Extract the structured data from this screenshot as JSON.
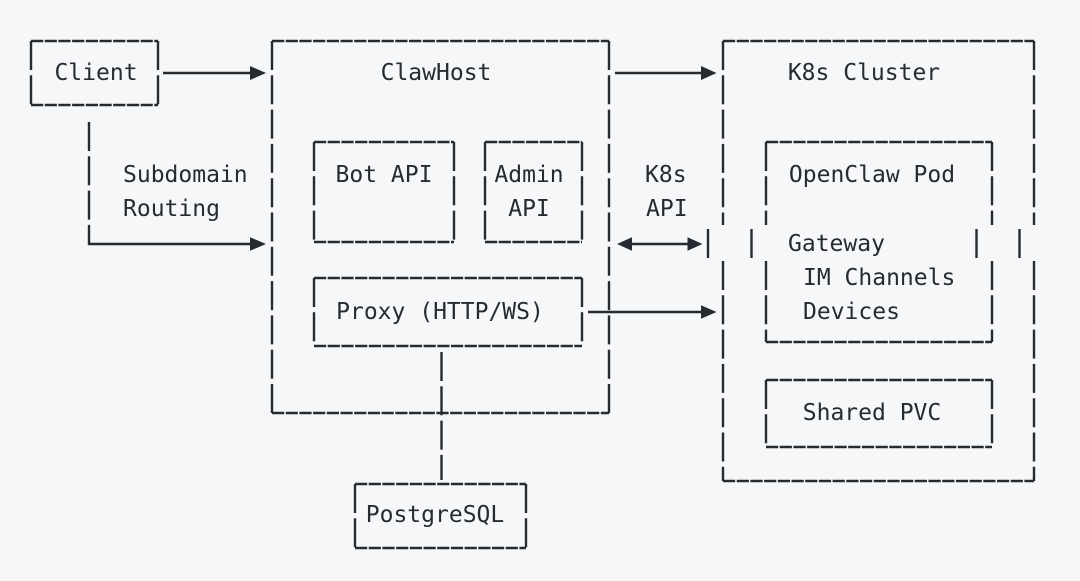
{
  "colors": {
    "background": "#f6f7f9",
    "ink": "#262b31"
  },
  "nodes": {
    "client": {
      "label": "Client"
    },
    "clawhost": {
      "label": "ClawHost"
    },
    "bot_api": {
      "label": "Bot API"
    },
    "admin_api": {
      "line1": "Admin",
      "line2": "API"
    },
    "proxy": {
      "label": "Proxy (HTTP/WS)"
    },
    "postgresql": {
      "label": "PostgreSQL"
    },
    "k8s_cluster": {
      "label": "K8s Cluster"
    },
    "openclaw_pod": {
      "label": "OpenClaw Pod",
      "items": [
        "Gateway",
        "IM Channels",
        "Devices"
      ]
    },
    "shared_pvc": {
      "label": "Shared PVC"
    }
  },
  "edges": {
    "client_to_clawhost": {
      "from": "Client",
      "to": "ClawHost",
      "style": "arrow-right"
    },
    "subdomain_routing": {
      "from": "Client",
      "to": "ClawHost",
      "line1": "Subdomain",
      "line2": "Routing",
      "style": "elbow-arrow"
    },
    "clawhost_to_k8s": {
      "from": "ClawHost",
      "to": "K8s Cluster",
      "style": "arrow-right"
    },
    "k8s_api": {
      "from": "ClawHost",
      "to": "K8s Cluster",
      "line1": "K8s",
      "line2": "API",
      "style": "double-arrow"
    },
    "proxy_to_k8s": {
      "from": "Proxy (HTTP/WS)",
      "to": "K8s Cluster",
      "style": "arrow-right"
    },
    "proxy_to_postgresql": {
      "from": "Proxy (HTTP/WS)",
      "to": "PostgreSQL",
      "style": "line"
    }
  }
}
